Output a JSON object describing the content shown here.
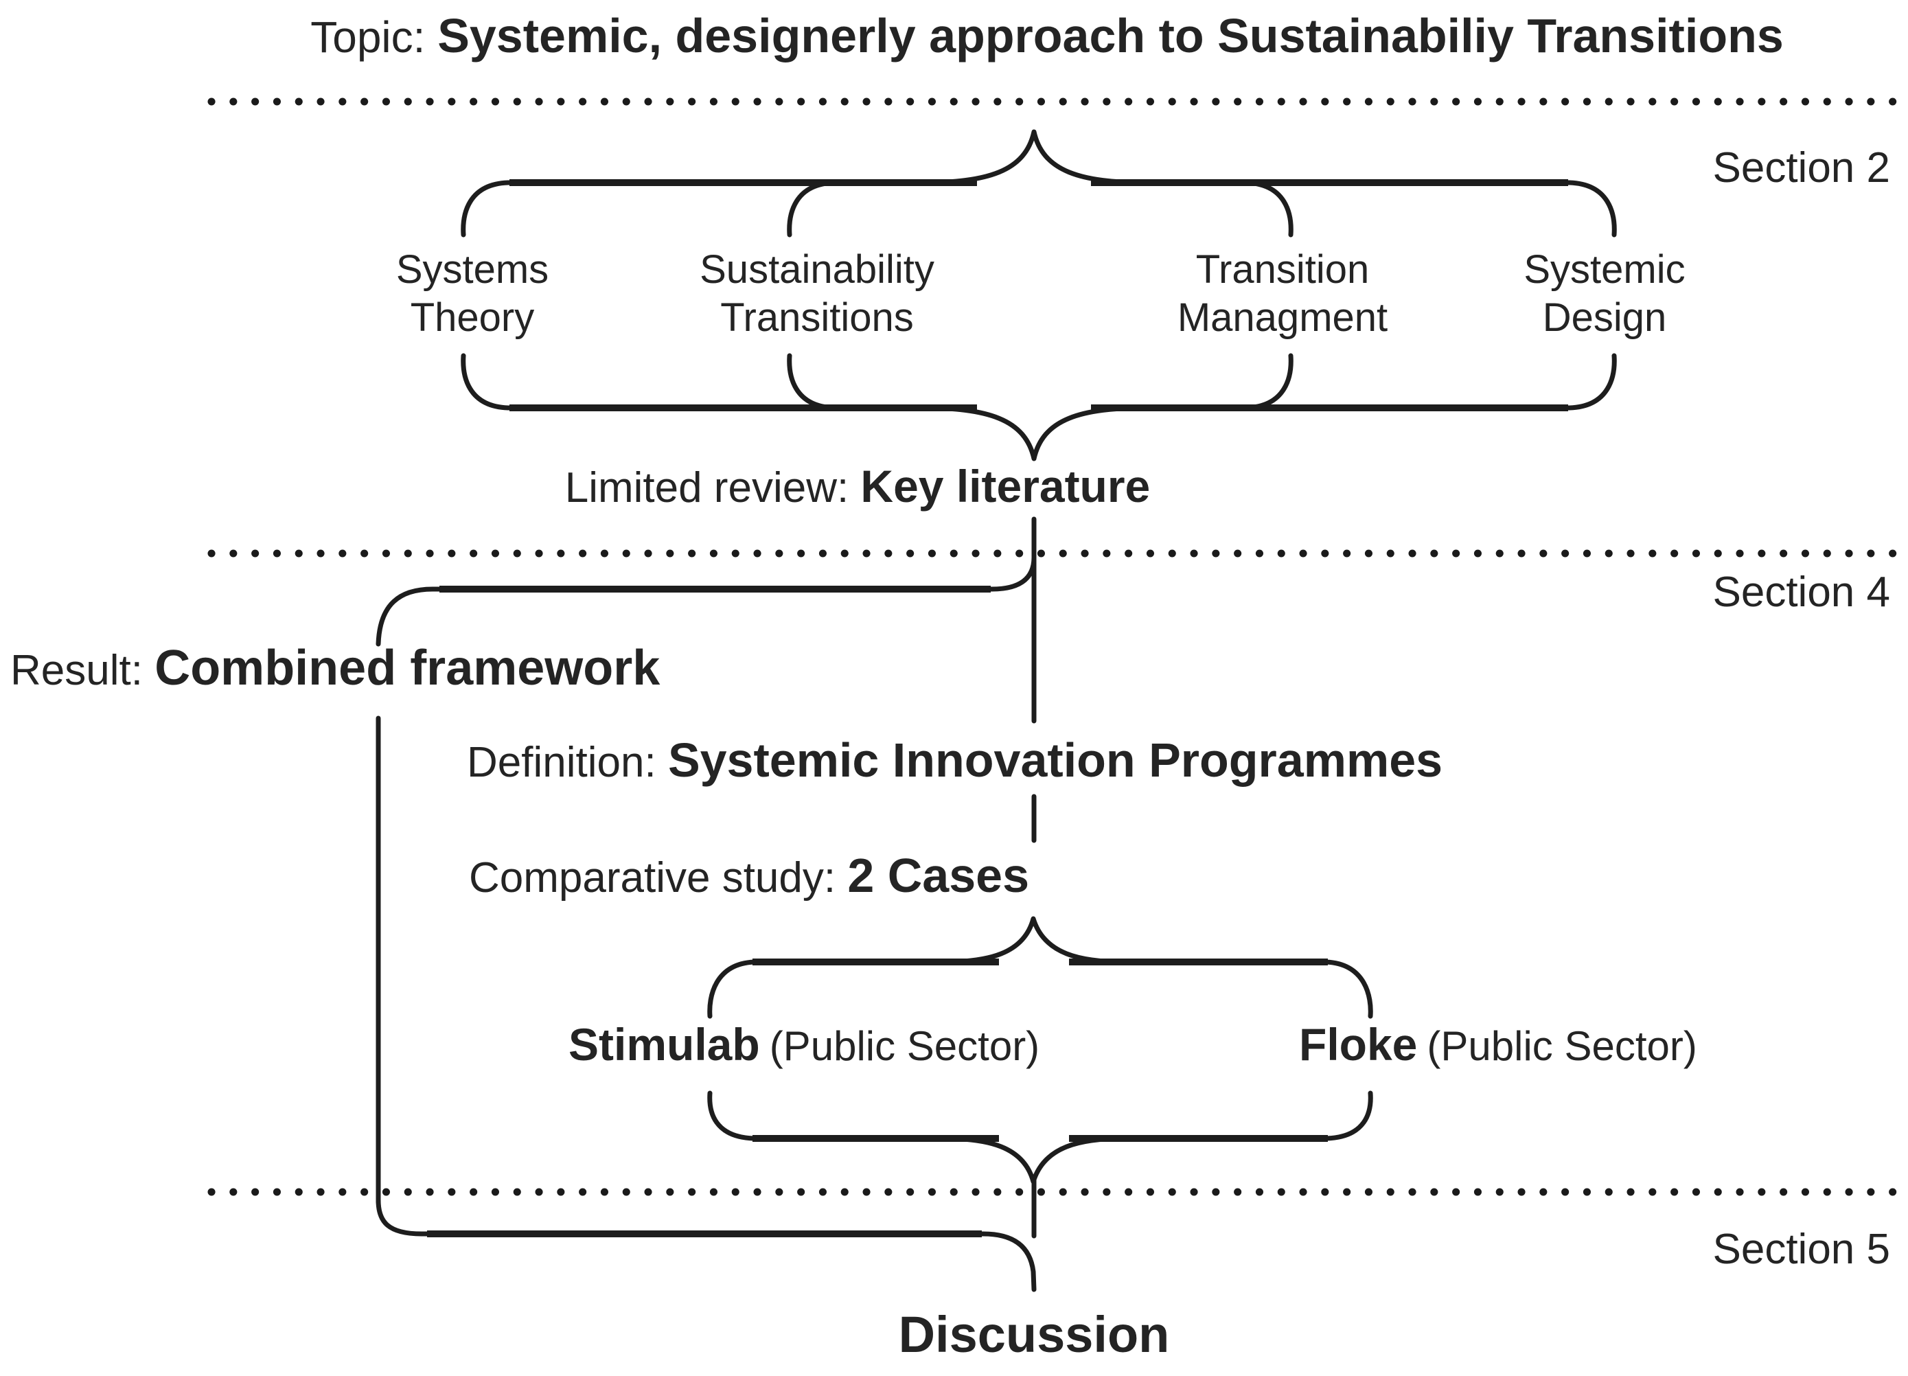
{
  "title": {
    "prefix": "Topic: ",
    "emphasis": "Systemic, designerly approach to Sustainabiliy Transitions"
  },
  "section_labels": {
    "top": "Section 2",
    "middle": "Section 4",
    "bottom": "Section 5"
  },
  "literature_columns": [
    {
      "line1": "Systems",
      "line2": "Theory"
    },
    {
      "line1": "Sustainability",
      "line2": "Transitions"
    },
    {
      "line1": "Transition",
      "line2": "Managment"
    },
    {
      "line1": "Systemic",
      "line2": "Design"
    }
  ],
  "labels": {
    "limited_review": {
      "prefix": "Limited review: ",
      "emphasis": "Key literature"
    },
    "result": {
      "prefix": "Result: ",
      "emphasis": "Combined framework"
    },
    "definition": {
      "prefix": "Definition: ",
      "emphasis": "Systemic Innovation Programmes"
    },
    "comparative_study": {
      "prefix": "Comparative study: ",
      "emphasis": "2 Cases"
    }
  },
  "cases": [
    {
      "name": "Stimulab",
      "detail": "(Public Sector)"
    },
    {
      "name": "Floke",
      "detail": "(Public Sector)"
    }
  ],
  "discussion_label": "Discussion",
  "colors": {
    "ink": "#1d1d1d",
    "text": "#242424",
    "background": "#ffffff"
  }
}
